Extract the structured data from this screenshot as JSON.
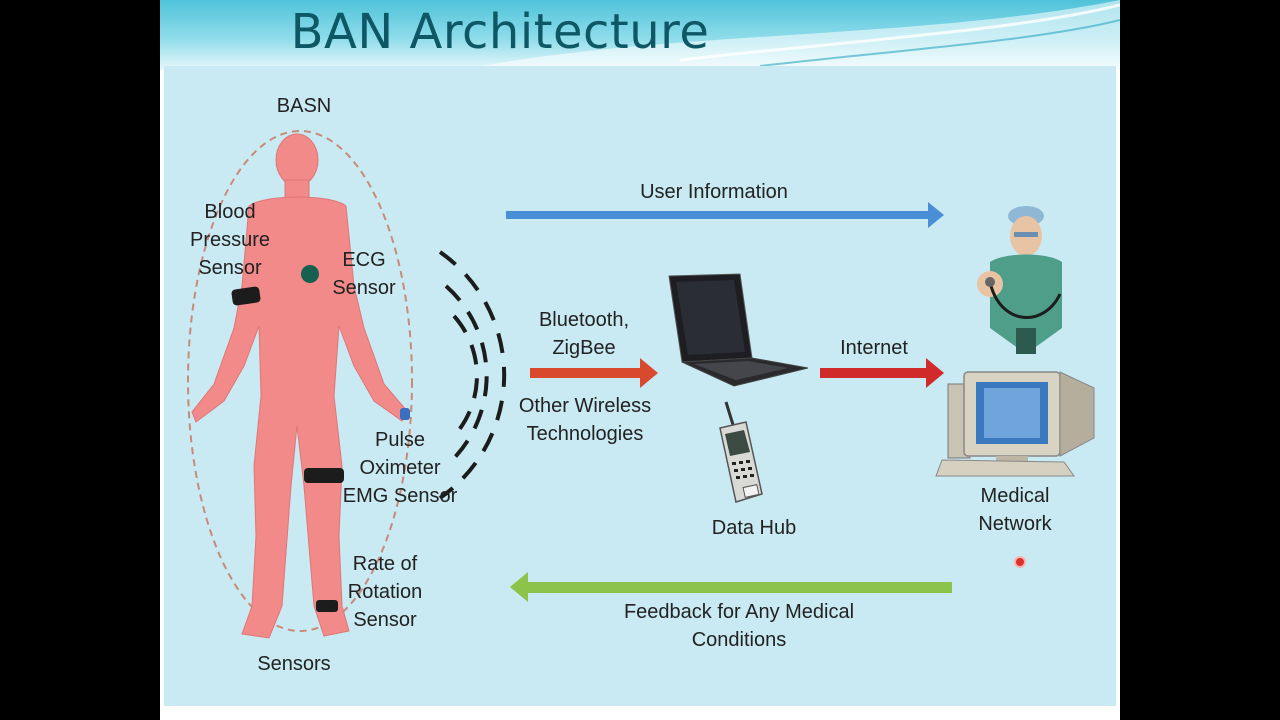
{
  "slide": {
    "title": "BAN Architecture"
  },
  "diagram": {
    "labels": {
      "basn": "BASN",
      "blood_pressure_sensor": "Blood\nPressure\nSensor",
      "ecg_sensor": "ECG\nSensor",
      "pulse_oximeter_emg": "Pulse\nOximeter\nEMG Sensor",
      "rotation_sensor": "Rate of\nRotation\nSensor",
      "sensors": "Sensors",
      "user_information": "User Information",
      "bluetooth_zigbee": "Bluetooth,\nZigBee",
      "other_wireless": "Other Wireless\nTechnologies",
      "data_hub": "Data Hub",
      "internet": "Internet",
      "medical_network": "Medical\nNetwork",
      "feedback": "Feedback for Any Medical\nConditions"
    },
    "colors": {
      "background": "#c9eaf3",
      "body": "#f28a8a",
      "user_info_arrow": "#4a8fd6",
      "wireless_arrow": "#d8492e",
      "internet_arrow": "#d02a2a",
      "feedback_arrow": "#8cc34a",
      "title": "#0e5866"
    },
    "icons": [
      "human-body-figure",
      "wireless-signal-icon",
      "laptop-icon",
      "mobile-phone-icon",
      "doctor-icon",
      "computer-monitor-icon"
    ]
  }
}
